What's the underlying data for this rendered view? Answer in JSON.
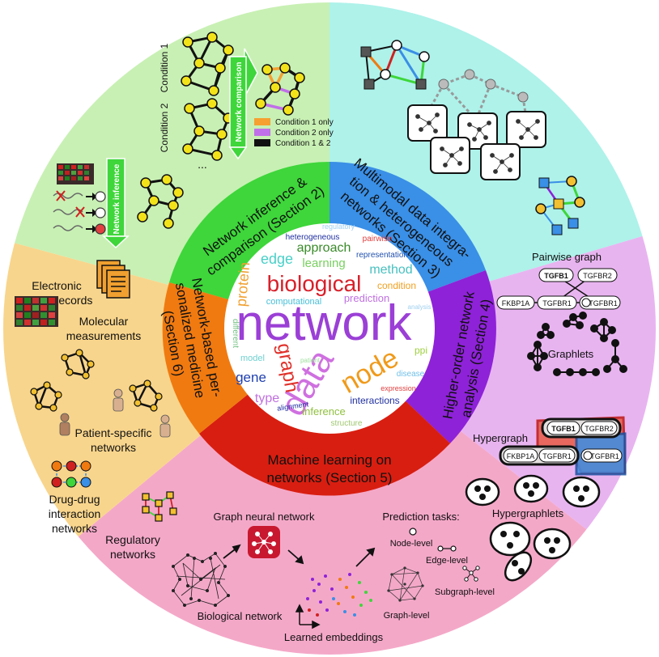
{
  "colors": {
    "outer_top_left": "#c8f0b4",
    "outer_top_right": "#aef2ea",
    "outer_right": "#e8b4f0",
    "outer_bottom": "#f4a8c8",
    "outer_left": "#f8d58c",
    "inner_green": "#3ed63a",
    "inner_blue": "#3a8fe6",
    "inner_purple": "#8e22d8",
    "inner_red": "#d81e10",
    "inner_orange": "#f07a10",
    "node_yellow": "#f2e21a",
    "condition1": "#f5a030",
    "condition2": "#c070e8",
    "both": "#111111"
  },
  "wedges": {
    "network_inference": "Network inference & comparison (Section 2)",
    "network_inference_l1": "Network inference &",
    "network_inference_l2": "comparison (Section 2)",
    "multimodal_l1": "Multimodal data integra-",
    "multimodal_l2": "tion & heterogeneous",
    "multimodal_l3": "networks (Section 3)",
    "higher_order_l1": "Higher-order network",
    "higher_order_l2": "analysis (Section 4)",
    "ml_l1": "Machine learning on",
    "ml_l2": "networks (Section 5)",
    "personalized_l1": "Network-based per-",
    "personalized_l2": "sonalized medicine",
    "personalized_l3": "(Section 6)"
  },
  "section2": {
    "condition1": "Condition 1",
    "condition2": "Condition 2",
    "network_comparison": "Network comparison",
    "network_inference": "Network inference",
    "ellipsis": "...",
    "legend": [
      "Condition 1 only",
      "Condition 2 only",
      "Condition 1 & 2"
    ]
  },
  "section4": {
    "pairwise_graph": "Pairwise graph",
    "graphlets": "Graphlets",
    "hypergraph": "Hypergraph",
    "hypergraphlets": "Hypergraphlets",
    "genes": [
      "TGFB1",
      "TGFBR2",
      "FKBP1A",
      "TGFBR1",
      "TGFBR1"
    ]
  },
  "section5": {
    "gnn": "Graph neural network",
    "prediction_tasks": "Prediction tasks:",
    "node_level": "Node-level",
    "edge_level": "Edge-level",
    "subgraph_level": "Subgraph-level",
    "graph_level": "Graph-level",
    "biological_network": "Biological network",
    "learned_embeddings": "Learned embeddings"
  },
  "section6": {
    "ehr_l1": "Electronic",
    "ehr_l2": "health records",
    "molecular_l1": "Molecular",
    "molecular_l2": "measurements",
    "patient_l1": "Patient-specific",
    "patient_l2": "networks",
    "ddi_l1": "Drug-drug",
    "ddi_l2": "interaction",
    "ddi_l3": "networks",
    "regulatory_l1": "Regulatory",
    "regulatory_l2": "networks"
  },
  "wordcloud": [
    {
      "text": "network",
      "color": "#9b3fd6"
    },
    {
      "text": "biological",
      "color": "#d8202a"
    },
    {
      "text": "data",
      "color": "#cf70e0"
    },
    {
      "text": "node",
      "color": "#f09a1a"
    },
    {
      "text": "graph",
      "color": "#e0302a"
    },
    {
      "text": "protein",
      "color": "#f0a030"
    },
    {
      "text": "approach",
      "color": "#3a8a2a"
    },
    {
      "text": "edge",
      "color": "#48d0c8"
    },
    {
      "text": "learning",
      "color": "#78d060"
    },
    {
      "text": "method",
      "color": "#48c0c0"
    },
    {
      "text": "condition",
      "color": "#f0a020"
    },
    {
      "text": "prediction",
      "color": "#c070e0"
    },
    {
      "text": "computational",
      "color": "#48c0d8"
    },
    {
      "text": "gene",
      "color": "#2040b0"
    },
    {
      "text": "type",
      "color": "#c070e0"
    },
    {
      "text": "model",
      "color": "#70d0d0"
    },
    {
      "text": "different",
      "color": "#70c080"
    },
    {
      "text": "ppi",
      "color": "#a0d040"
    },
    {
      "text": "disease",
      "color": "#70c0e8"
    },
    {
      "text": "expression",
      "color": "#e04040"
    },
    {
      "text": "interactions",
      "color": "#2030a0"
    },
    {
      "text": "inference",
      "color": "#90c040"
    },
    {
      "text": "alignment",
      "color": "#2030a0"
    },
    {
      "text": "structure",
      "color": "#a0c870"
    },
    {
      "text": "regulatory",
      "color": "#a0d0f0"
    },
    {
      "text": "heterogeneous",
      "color": "#2030a0"
    },
    {
      "text": "pairwise",
      "color": "#e04040"
    },
    {
      "text": "representation",
      "color": "#2050b0"
    },
    {
      "text": "analysis",
      "color": "#a0d0f0"
    },
    {
      "text": "patient",
      "color": "#a0e0a0"
    }
  ]
}
